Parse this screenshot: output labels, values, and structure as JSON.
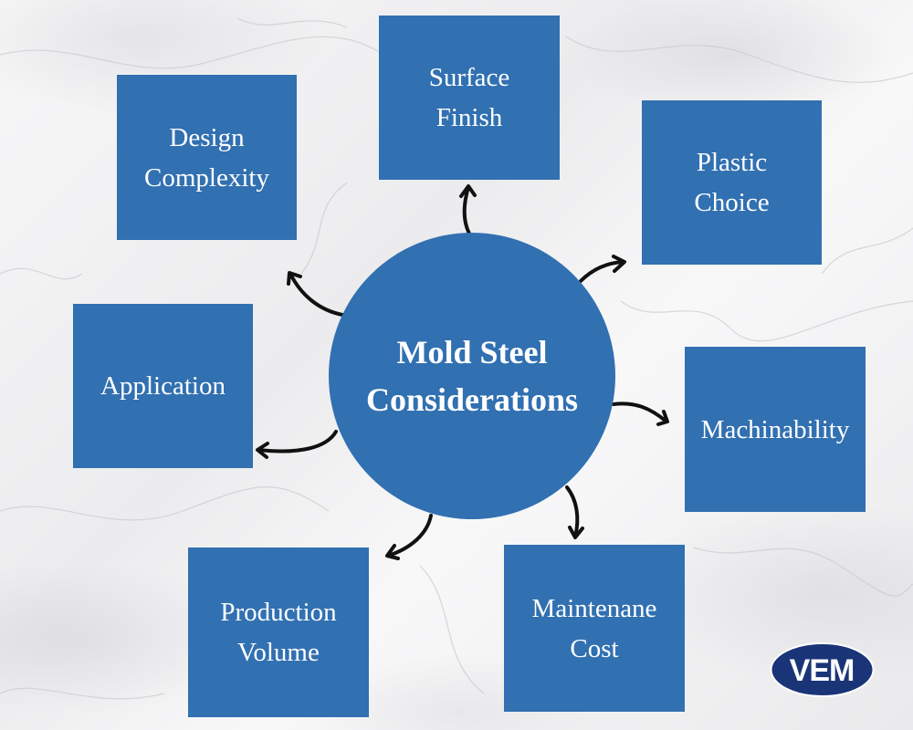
{
  "diagram": {
    "center": {
      "line1": "Mold Steel",
      "line2": "Considerations"
    },
    "nodes": [
      {
        "id": "surface-finish",
        "line1": "Surface",
        "line2": "Finish"
      },
      {
        "id": "plastic-choice",
        "line1": "Plastic",
        "line2": "Choice"
      },
      {
        "id": "machinability",
        "line1": "Machinability",
        "line2": ""
      },
      {
        "id": "maintenance-cost",
        "line1": "Maintenane",
        "line2": "Cost"
      },
      {
        "id": "production-volume",
        "line1": "Production",
        "line2": "Volume"
      },
      {
        "id": "application",
        "line1": "Application",
        "line2": ""
      },
      {
        "id": "design-complexity",
        "line1": "Design",
        "line2": "Complexity"
      }
    ],
    "edges": [
      {
        "from": "center",
        "to": "surface-finish"
      },
      {
        "from": "center",
        "to": "plastic-choice"
      },
      {
        "from": "center",
        "to": "machinability"
      },
      {
        "from": "center",
        "to": "maintenance-cost"
      },
      {
        "from": "center",
        "to": "production-volume"
      },
      {
        "from": "center",
        "to": "application"
      },
      {
        "from": "center",
        "to": "design-complexity"
      }
    ]
  },
  "logo": {
    "text": "VEM",
    "color": "#1a3478"
  },
  "colors": {
    "node_fill": "#3170b1",
    "text": "#ffffff",
    "arrow": "#111111"
  }
}
